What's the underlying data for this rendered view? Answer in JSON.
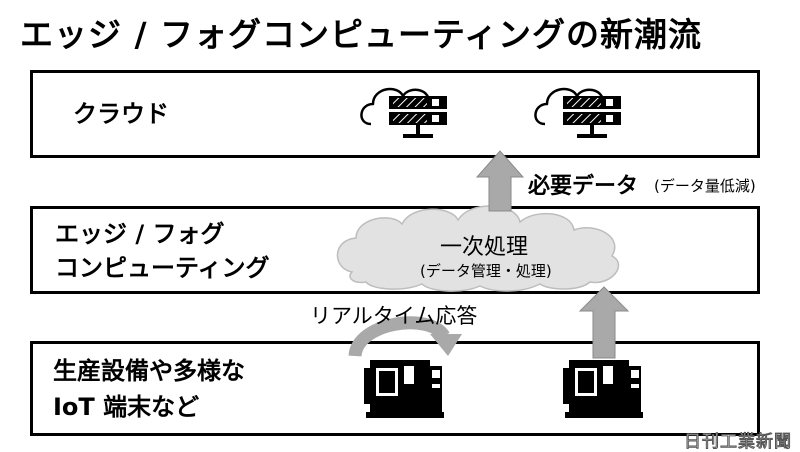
{
  "title": "エッジ / フォグコンピューティングの新潮流",
  "layers": {
    "cloud": {
      "label": "クラウド"
    },
    "edge": {
      "label_line1": "エッジ / フォグ",
      "label_line2": "コンピューティング"
    },
    "devices": {
      "label_line1": "生産設備や多様な",
      "label_line2": "IoT 端末など"
    }
  },
  "annotations": {
    "necessary_data": "必要データ",
    "data_reduction": "(データ量低減)",
    "primary_processing": "一次処理",
    "processing_detail": "(データ管理・処理)",
    "realtime_response": "リアルタイム応答"
  },
  "watermark": "日刊工業新聞"
}
